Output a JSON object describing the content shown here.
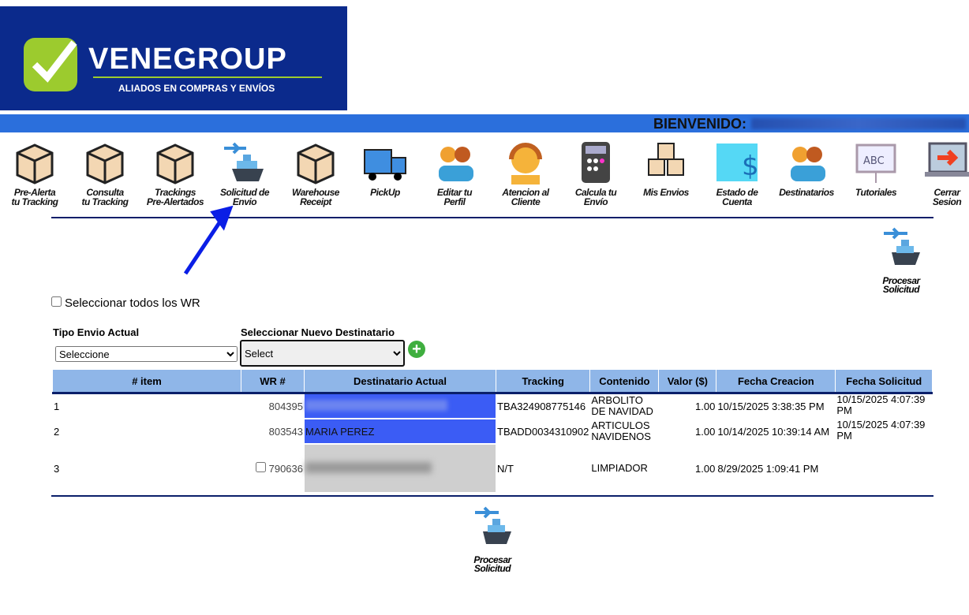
{
  "logo": {
    "brand": "VENEGROUP",
    "tagline": "ALIADOS EN COMPRAS Y ENVÍOS"
  },
  "header": {
    "welcome": "BIENVENIDO:"
  },
  "nav": [
    {
      "label": "Pre-Alerta\ntu Tracking",
      "icon": "box-plus-icon"
    },
    {
      "label": "Consulta\ntu Tracking",
      "icon": "box-search-icon"
    },
    {
      "label": "Trackings\nPre-Alertados",
      "icon": "box-check-icon"
    },
    {
      "label": "Solicitud de\nEnvio",
      "icon": "plane-ship-icon"
    },
    {
      "label": "Warehouse\nReceipt",
      "icon": "box-receipt-icon"
    },
    {
      "label": "PickUp",
      "icon": "truck-icon"
    },
    {
      "label": "Editar tu\nPerfil",
      "icon": "users-gear-icon"
    },
    {
      "label": "Atencion al\nCliente",
      "icon": "headset-agent-icon"
    },
    {
      "label": "Calcula tu\nEnvío",
      "icon": "calculator-icon"
    },
    {
      "label": "Mis Envios",
      "icon": "boxes-icon"
    },
    {
      "label": "Estado de\nCuenta",
      "icon": "dollar-statement-icon"
    },
    {
      "label": "Destinatarios",
      "icon": "users-plus-icon"
    },
    {
      "label": "Tutoriales",
      "icon": "abc-board-icon"
    },
    {
      "label": "Cerrar\nSesion",
      "icon": "laptop-logout-icon"
    }
  ],
  "process_label": "Procesar\nSolicitud",
  "select_all_label": "Seleccionar todos los WR",
  "tipo_envio": {
    "label": "Tipo Envio Actual",
    "value": "Seleccione"
  },
  "nuevo_destinatario": {
    "label": "Seleccionar Nuevo Destinatario",
    "value": "Select"
  },
  "table": {
    "headers": [
      "# item",
      "WR #",
      "Destinatario Actual",
      "Tracking",
      "Contenido",
      "Valor ($)",
      "Fecha Creacion",
      "Fecha Solicitud"
    ],
    "rows": [
      {
        "item": "1",
        "wr": "804395",
        "dest": "",
        "tracking": "TBA324908775146",
        "contenido": "ARBOLITO DE NAVIDAD",
        "valor": "1.00",
        "creacion": "10/15/2025 3:38:35 PM",
        "solicitud": "10/15/2025 4:07:39 PM"
      },
      {
        "item": "2",
        "wr": "803543",
        "dest": "MARIA PEREZ",
        "tracking": "TBADD0034310902",
        "contenido": "ARTICULOS NAVIDENOS",
        "valor": "1.00",
        "creacion": "10/14/2025 10:39:14 AM",
        "solicitud": "10/15/2025 4:07:39 PM"
      },
      {
        "item": "3",
        "wr": "790636",
        "dest": "",
        "tracking": "N/T",
        "contenido": "LIMPIADOR",
        "valor": "1.00",
        "creacion": "8/29/2025 1:09:41 PM",
        "solicitud": ""
      }
    ]
  },
  "colors": {
    "navy": "#0b2a8c",
    "bar": "#2b6fdc",
    "header": "#8fb6e8",
    "highlight": "#3b5cf5",
    "arrow": "#0a1ee6"
  }
}
